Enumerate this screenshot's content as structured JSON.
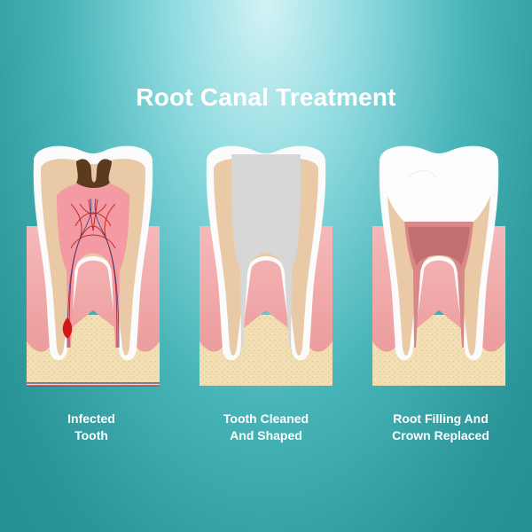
{
  "title": "Root Canal Treatment",
  "stages": [
    {
      "caption_line1": "Infected",
      "caption_line2": "Tooth"
    },
    {
      "caption_line1": "Tooth Cleaned",
      "caption_line2": "And Shaped"
    },
    {
      "caption_line1": "Root Filling And",
      "caption_line2": "Crown Replaced"
    }
  ],
  "colors": {
    "background_top": "#d3f3f6",
    "background_bottom": "#268f93",
    "bone": "#f2dfb4",
    "gum": "#eea6a6",
    "dentin": "#eac9a6",
    "enamel": "#fbfbfb",
    "pulp": "#f39aa3",
    "decay": "#5c3a1e",
    "cleaned_chamber": "#d7d7d7",
    "root_filling": "#d98787",
    "crown": "#fdfdfd"
  }
}
